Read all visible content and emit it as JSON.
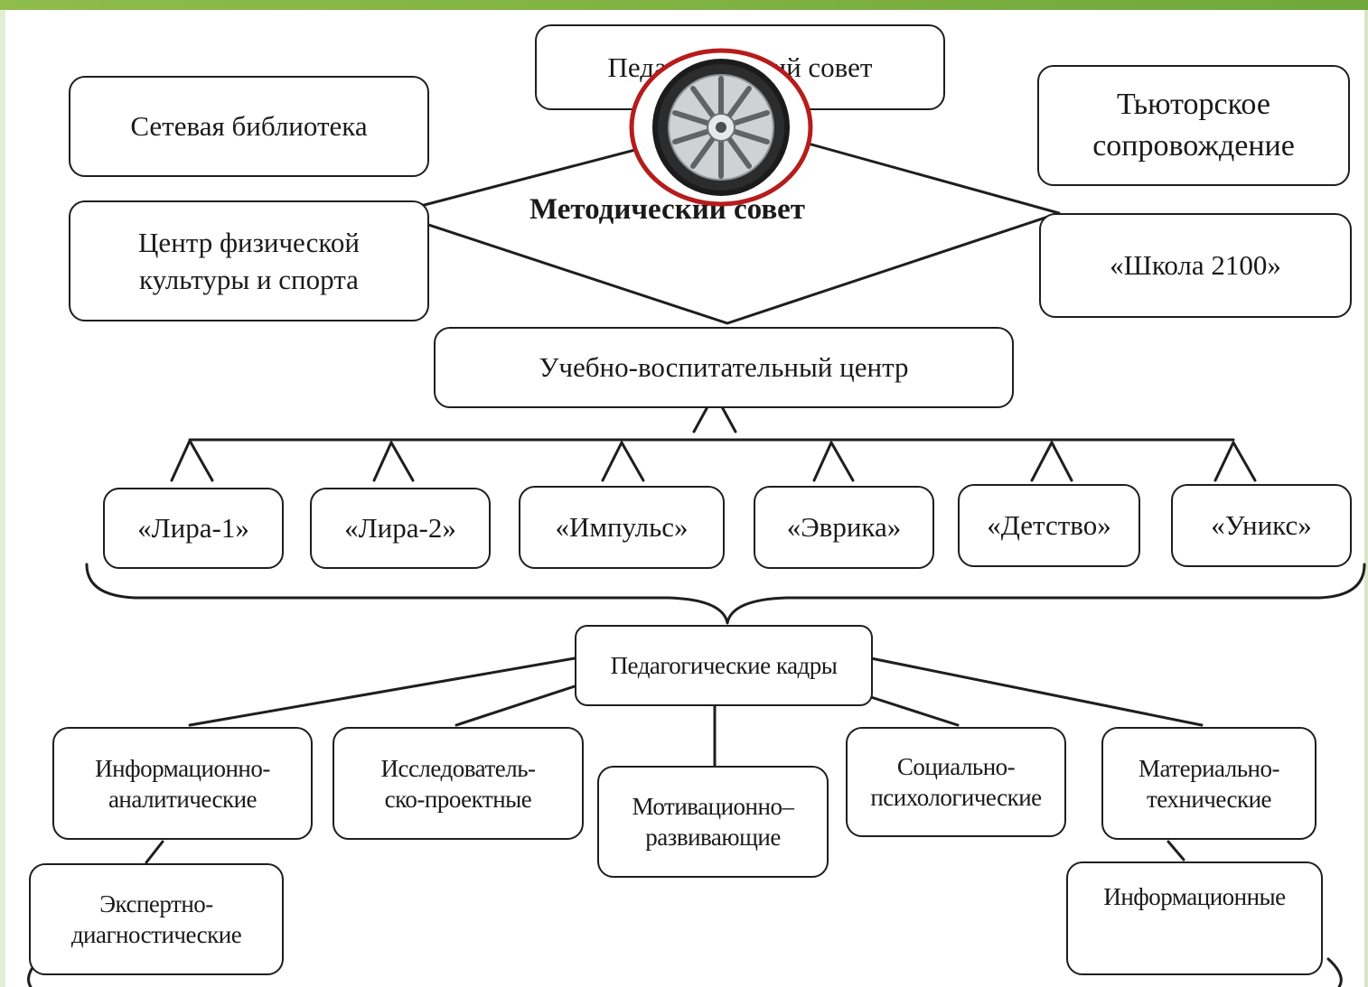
{
  "colors": {
    "accent_bar": "#7cb342",
    "wheel_rim": "#b71c1c"
  },
  "icons": {
    "center": "car-wheel-icon"
  },
  "top": {
    "ped_sovet": "Педагогический совет",
    "set_lib": "Сетевая библиотека",
    "tutor": "Тьюторское\nсопровождение",
    "metod": "Методический совет",
    "phys": "Центр физической\nкультуры и спорта",
    "school": "«Школа 2100»"
  },
  "center": {
    "uvc": "Учебно-воспитательный центр"
  },
  "programs": [
    "«Лира-1»",
    "«Лира-2»",
    "«Импульс»",
    "«Эврика»",
    "«Детство»",
    "«Уникс»"
  ],
  "staff": {
    "title": "Педагогические кадры"
  },
  "bottom": {
    "info_anal": "Информационно-\nаналитические",
    "research": "Исследователь-\nско-проектные",
    "motiv": "Мотивационно–\nразвивающие",
    "social": "Социально-\nпсихологические",
    "material": "Материально-\nтехнические",
    "expert": "Экспертно-\nдиагностические",
    "info": "Информационные"
  }
}
